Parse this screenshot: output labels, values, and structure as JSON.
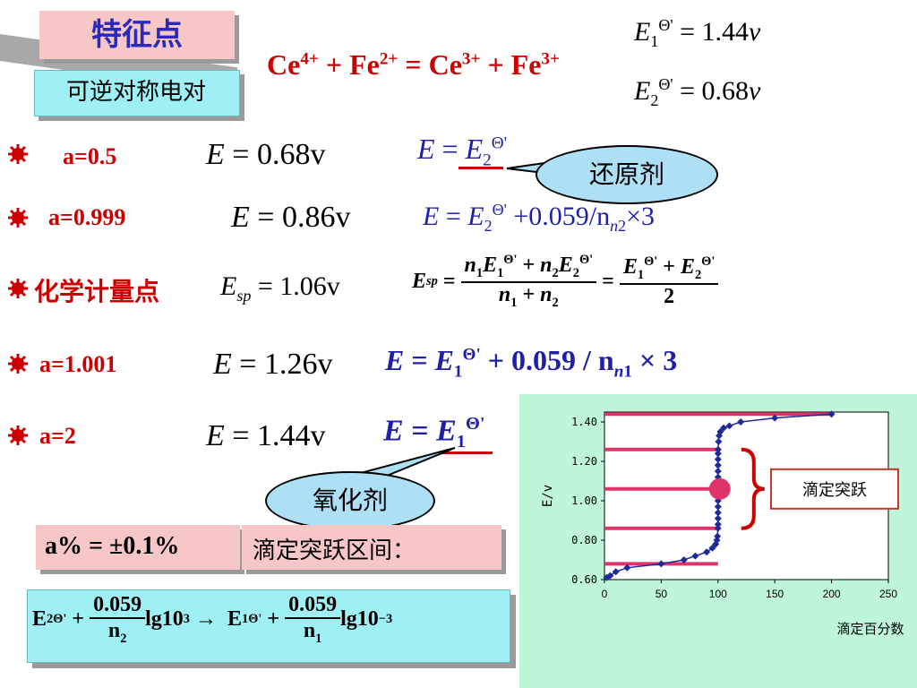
{
  "title": "特征点",
  "reversible_label": "可逆对称电对",
  "reaction": {
    "ce1": "Ce",
    "ce1_sup": "4+",
    "fe1": "Fe",
    "fe1_sup": "2+",
    "ce2": "Ce",
    "ce2_sup": "3+",
    "fe2": "Fe",
    "fe2_sup": "3+"
  },
  "potentials": {
    "e1": "1.44",
    "e2": "0.68",
    "unit": "v"
  },
  "rows": [
    {
      "label": "a=0.5",
      "value": "0.68",
      "unit": "v"
    },
    {
      "label": "a=0.999",
      "value": "0.86",
      "unit": "v",
      "formula_tail": "+0.059/n",
      "formula_mult": "×3"
    },
    {
      "label": "化学计量点",
      "value": "1.06",
      "unit": "v",
      "den": "2"
    },
    {
      "label": "a=1.001",
      "value": "1.26",
      "unit": "v",
      "formula_tail": "+ 0.059 / n",
      "formula_mult": "× 3"
    },
    {
      "label": "a=2",
      "value": "1.44",
      "unit": "v"
    }
  ],
  "callouts": {
    "reductant": "还原剂",
    "oxidant": "氧化剂"
  },
  "tolerance": {
    "left": "a% = ±0.1%",
    "right": "滴定突跃区间："
  },
  "bottom_formula": {
    "coef": "0.059",
    "lg_left": "lg10",
    "exp_left": "3",
    "lg_right": "lg10",
    "exp_right": "−3",
    "arrow": "→"
  },
  "colors": {
    "accent_red": "#cc0000",
    "blue": "#1f1fa8",
    "chart_bg": "#bff5d8",
    "marker": "#1e2a9a",
    "lines": "#e0336a"
  },
  "chart_data": {
    "type": "line",
    "xlabel": "滴定百分数",
    "ylabel": "E/v",
    "xlim": [
      0,
      250
    ],
    "ylim": [
      0.6,
      1.45
    ],
    "xticks": [
      "0",
      "50",
      "100",
      "150",
      "200",
      "250"
    ],
    "yticks": [
      "0.60",
      "0.80",
      "1.00",
      "1.20",
      "1.40"
    ],
    "annotation": "滴定突跃",
    "series": [
      {
        "x": [
          2,
          5,
          10,
          20,
          50,
          70,
          80,
          90,
          95,
          98,
          99,
          99.5,
          99.9,
          100,
          100.1,
          100.5,
          101,
          102,
          105,
          110,
          120,
          150,
          200
        ],
        "y": [
          0.61,
          0.62,
          0.64,
          0.66,
          0.68,
          0.7,
          0.72,
          0.74,
          0.76,
          0.78,
          0.8,
          0.82,
          0.86,
          1.06,
          1.26,
          1.3,
          1.33,
          1.35,
          1.37,
          1.38,
          1.4,
          1.42,
          1.44
        ]
      }
    ]
  }
}
